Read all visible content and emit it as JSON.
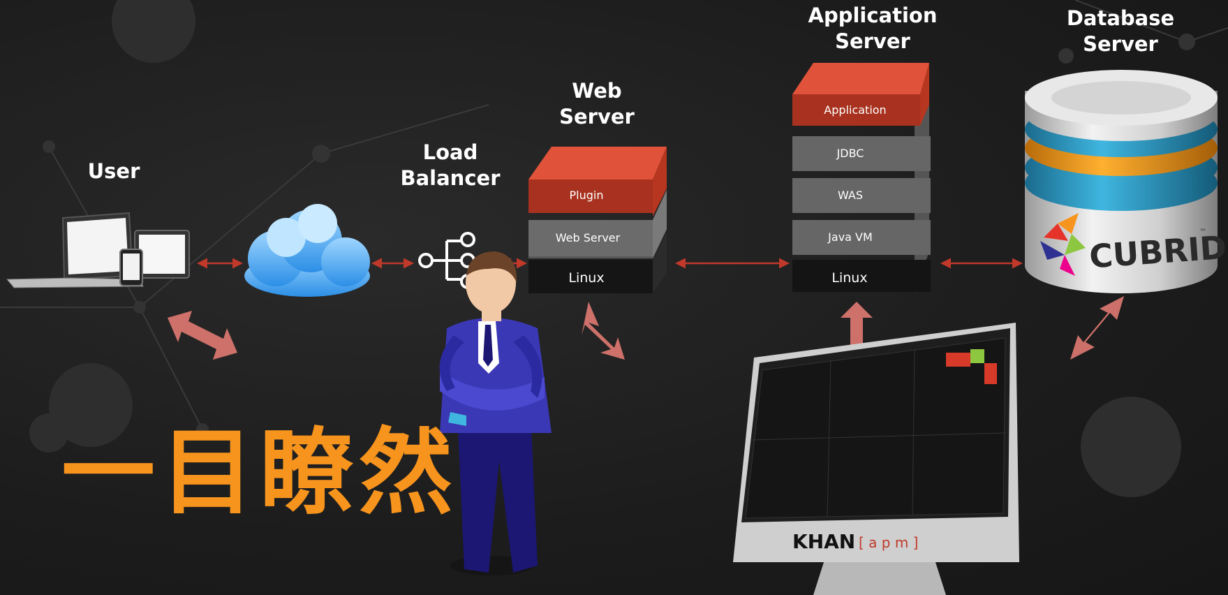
{
  "labels": {
    "user": "User",
    "load_balancer_line1": "Load",
    "load_balancer_line2": "Balancer",
    "web_server_line1": "Web",
    "web_server_line2": "Server",
    "app_server_line1": "Application",
    "app_server_line2": "Server",
    "db_server_line1": "Database",
    "db_server_line2": "Server"
  },
  "web_stack": [
    "Plugin",
    "Web Server",
    "Linux"
  ],
  "app_stack": [
    "Application",
    "JDBC",
    "WAS",
    "Java VM",
    "Linux"
  ],
  "db_logo": "CUBRID",
  "db_logo_tm": "™",
  "monitor_brand": "KHAN",
  "monitor_brand_sub": "[ a p m ]",
  "headline": "一目瞭然",
  "colors": {
    "accent_red": "#e0533a",
    "headline_orange": "#f7941d",
    "arrow_red": "#c0392b",
    "arrow_pink": "#e07a72"
  }
}
